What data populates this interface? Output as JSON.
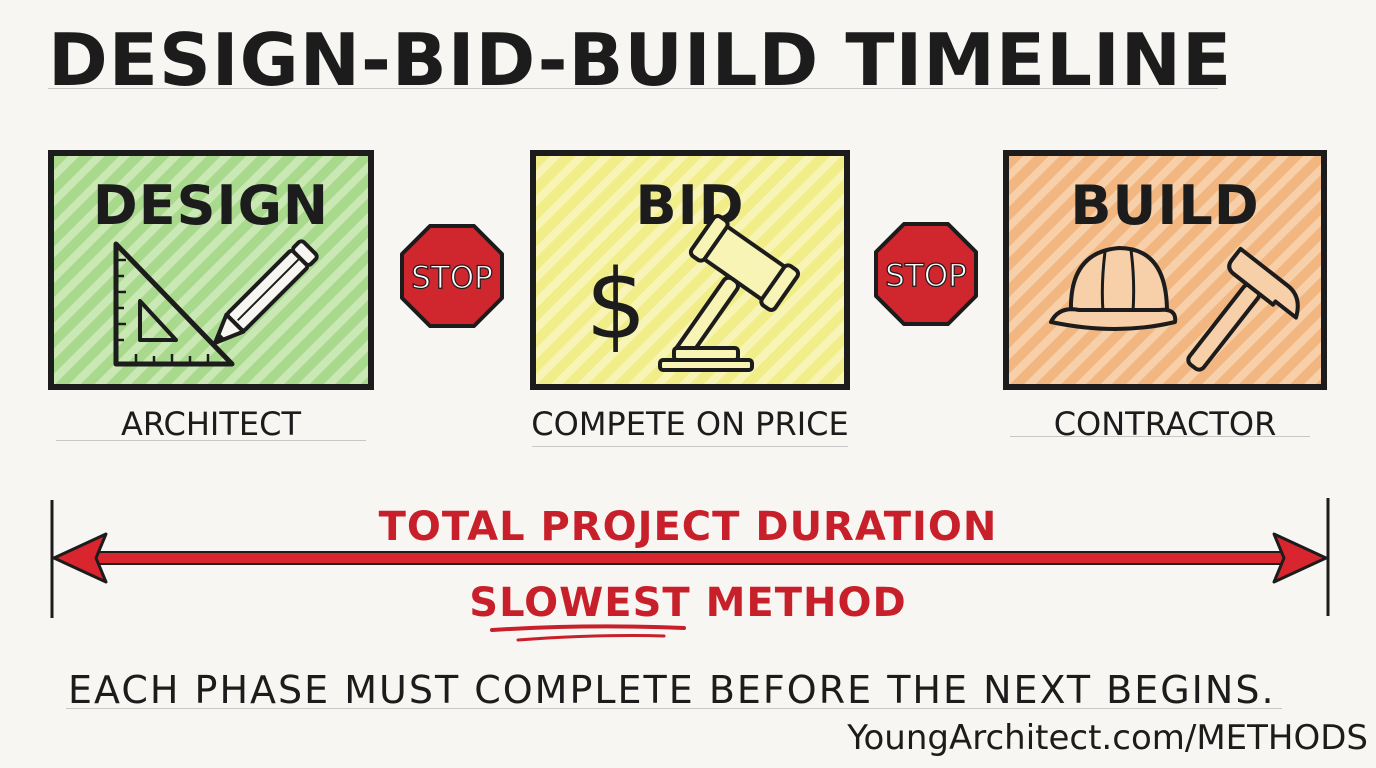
{
  "title": "DESIGN-BID-BUILD TIMELINE",
  "phases": [
    {
      "name": "DESIGN",
      "label": "ARCHITECT",
      "color": "#a9d98c",
      "icons": [
        "set-square-icon",
        "pencil-icon"
      ]
    },
    {
      "name": "BID",
      "label": "COMPETE ON PRICE",
      "color": "#f1ee8a",
      "icons": [
        "dollar-sign-icon",
        "gavel-icon"
      ]
    },
    {
      "name": "BUILD",
      "label": "CONTRACTOR",
      "color": "#f2b681",
      "icons": [
        "hard-hat-icon",
        "hammer-icon"
      ]
    }
  ],
  "stops": [
    "STOP",
    "STOP"
  ],
  "stop_color": "#d0262e",
  "duration": {
    "label": "TOTAL PROJECT DURATION",
    "subtitle": "SLOWEST METHOD",
    "color": "#c8202a"
  },
  "footnote": "EACH PHASE MUST COMPLETE BEFORE THE NEXT BEGINS.",
  "url": "YoungArchitect.com/METHODS"
}
